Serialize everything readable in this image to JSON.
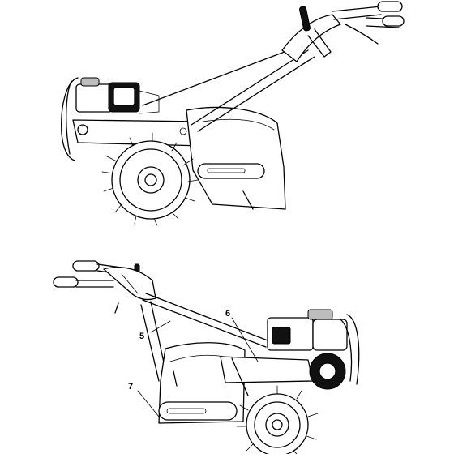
{
  "callouts": [
    {
      "number": "5"
    },
    {
      "number": "6"
    },
    {
      "number": "7"
    }
  ]
}
